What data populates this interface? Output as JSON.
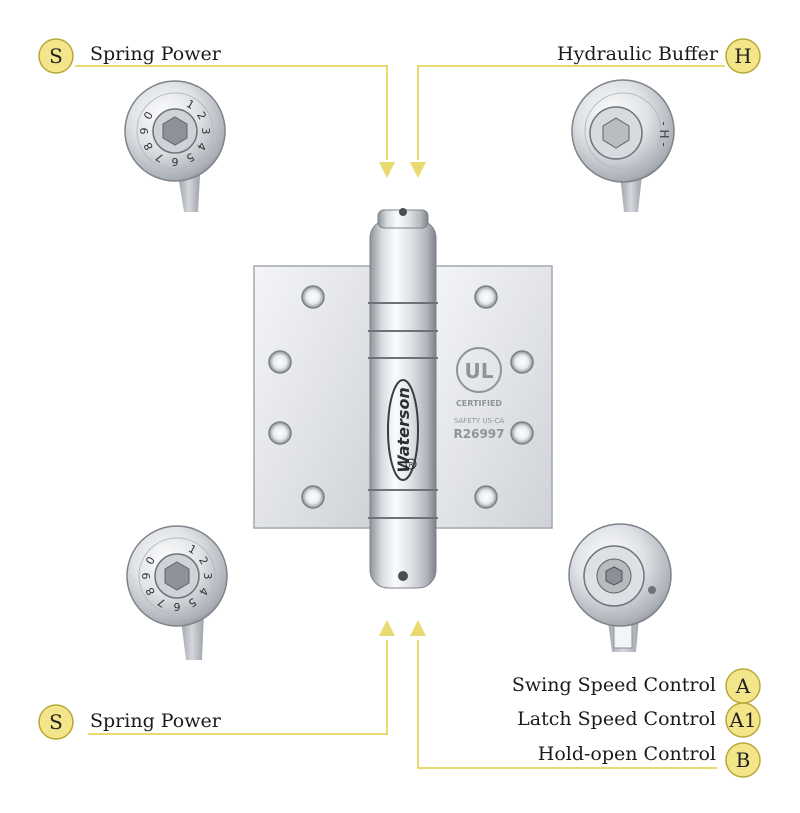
{
  "colors": {
    "badge_fill": "#f3e68a",
    "badge_stroke": "#b9a838",
    "leader_line": "#e8da6e",
    "metal_light": "#f2f3f5",
    "metal_mid": "#c9ccd1",
    "metal_dark": "#8e939a"
  },
  "callouts": {
    "spring_power_top": {
      "badge": "S",
      "label": "Spring Power"
    },
    "hydraulic_buffer": {
      "badge": "H",
      "label": "Hydraulic Buffer"
    },
    "spring_power_bottom": {
      "badge": "S",
      "label": "Spring Power"
    },
    "swing_speed": {
      "badge": "A",
      "label": "Swing Speed Control"
    },
    "latch_speed": {
      "badge": "A1",
      "label": "Latch Speed Control"
    },
    "hold_open": {
      "badge": "B",
      "label": "Hold-open Control"
    }
  },
  "dial": {
    "numbers": [
      "1",
      "2",
      "3",
      "4",
      "5",
      "6",
      "7",
      "8",
      "9",
      "0"
    ]
  },
  "hinge": {
    "brand": "Waterson",
    "registered_mark": "R",
    "certification": {
      "ul_mark": "UL",
      "certified_text": "CERTIFIED",
      "safety_text": "SAFETY US-CA",
      "code": "R26997"
    }
  }
}
